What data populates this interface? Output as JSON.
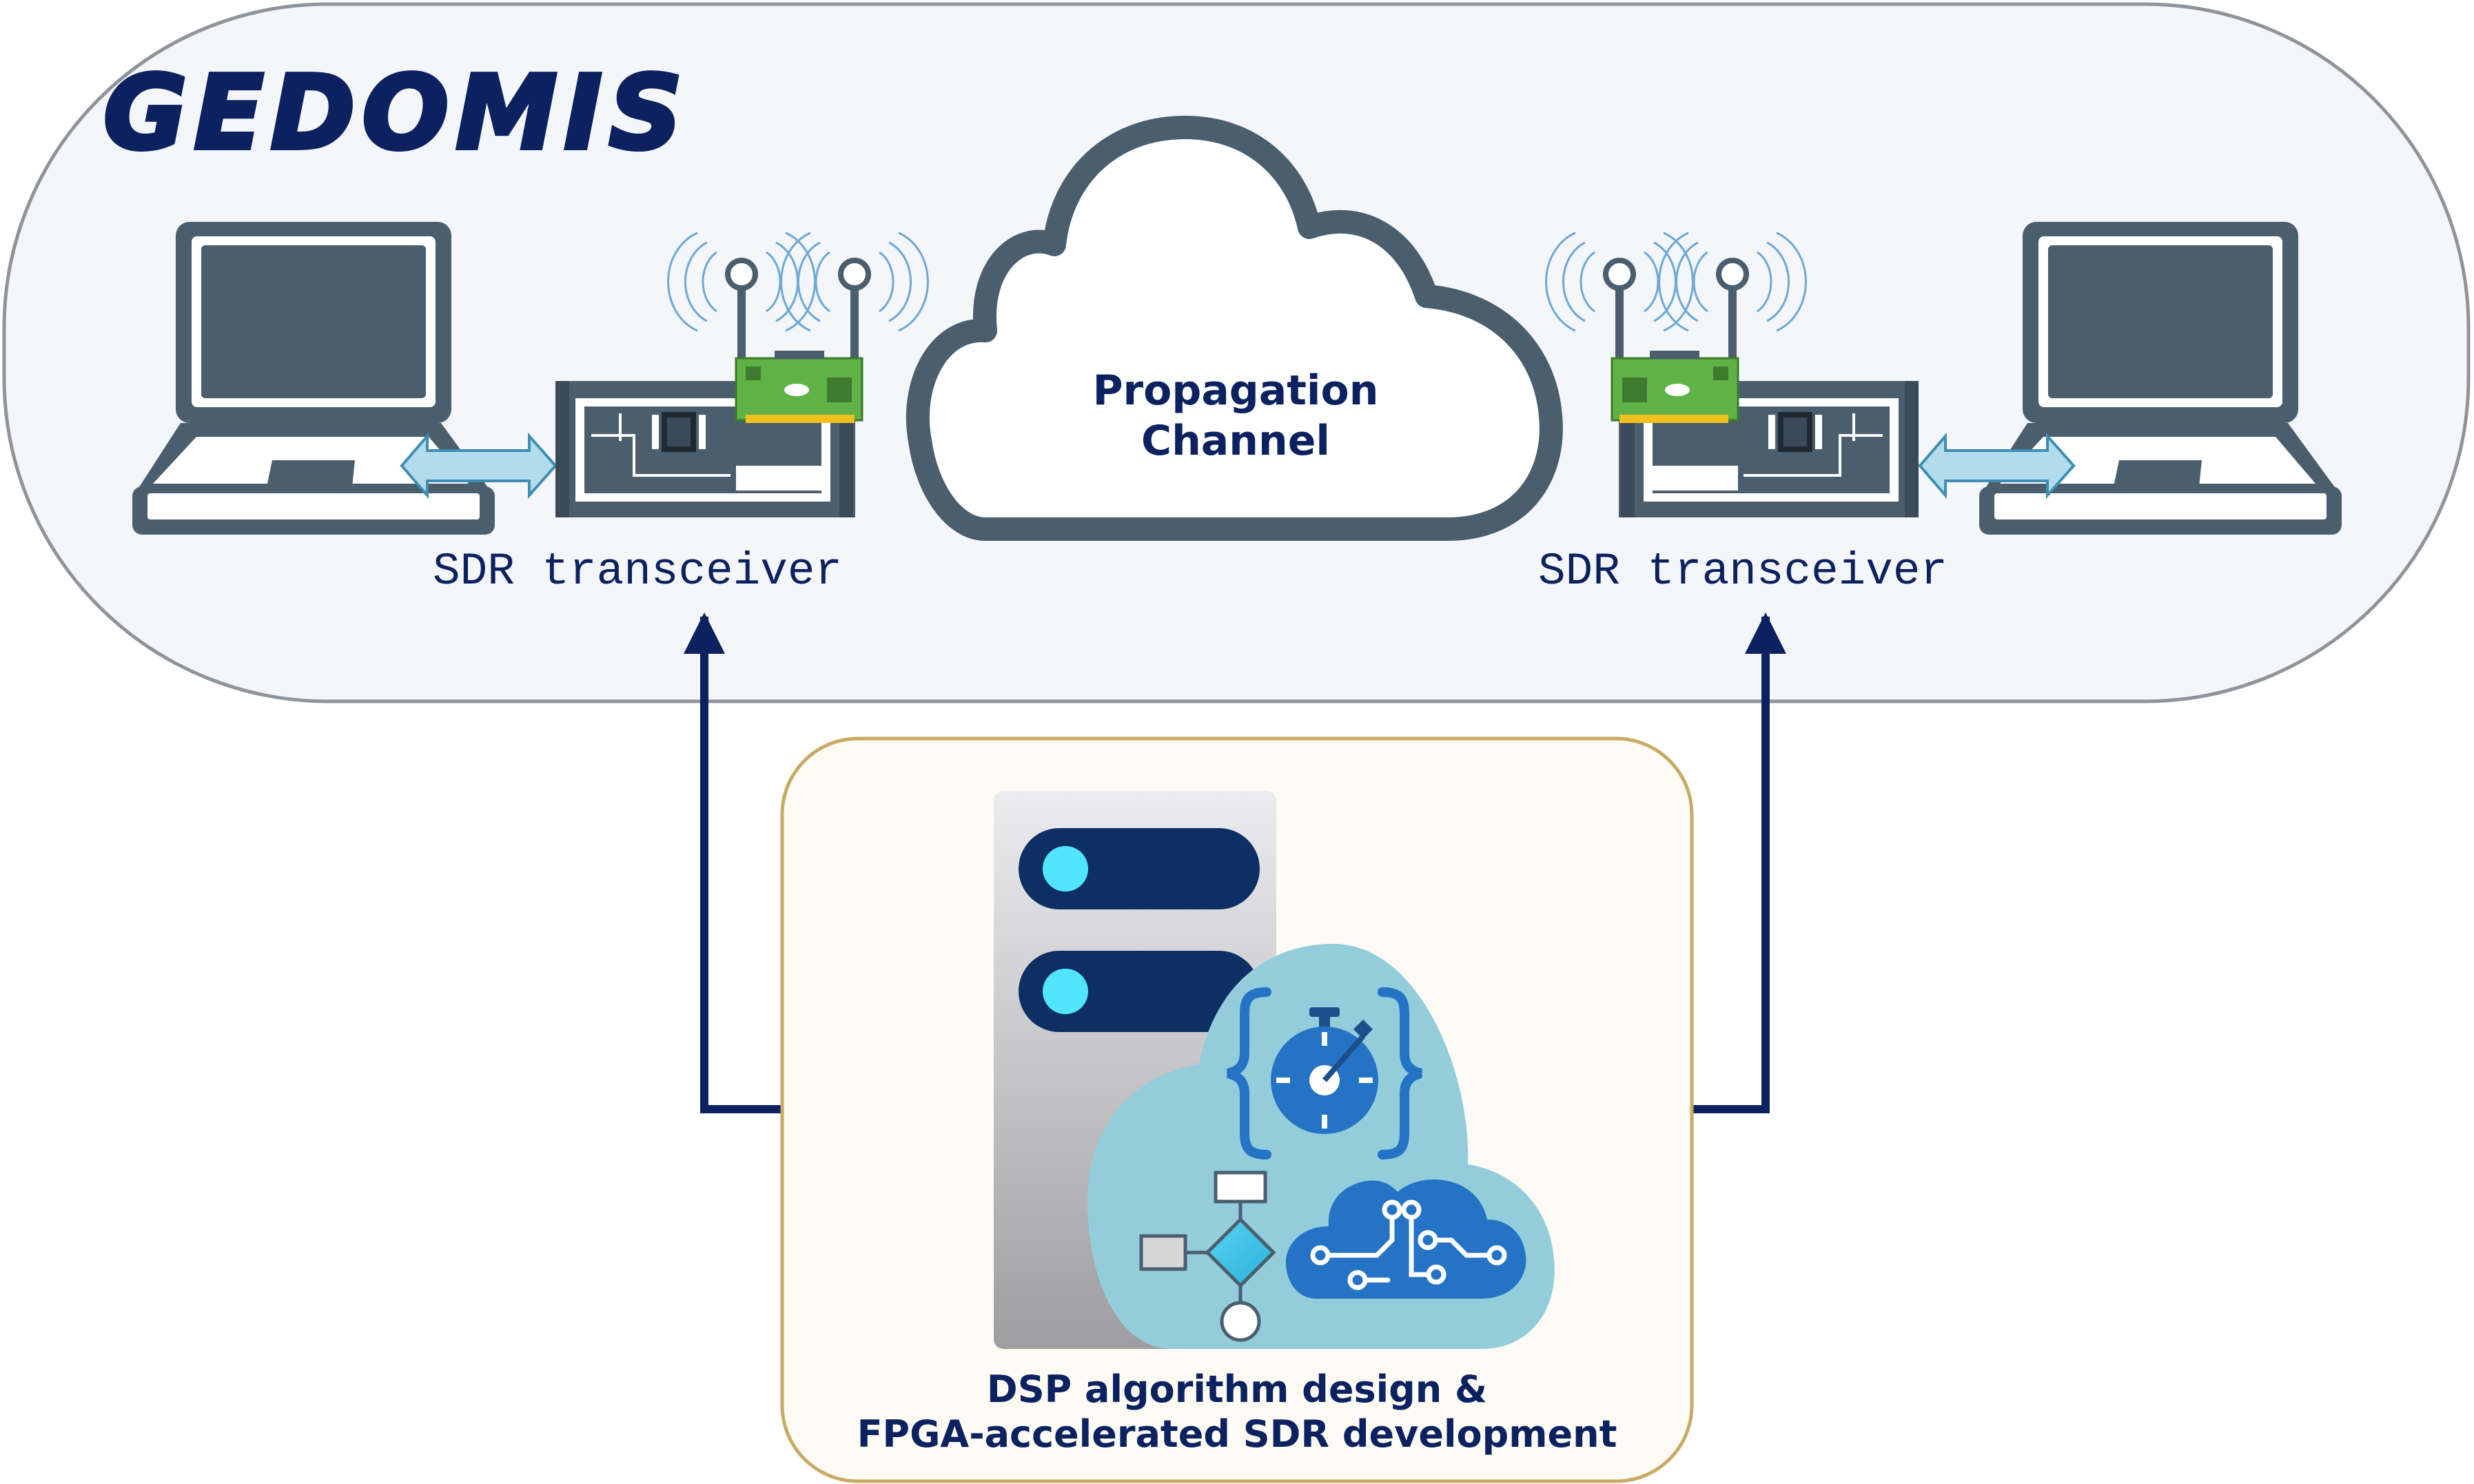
{
  "title": "GEDOMIS",
  "channel": {
    "line1": "Propagation",
    "line2": "Channel"
  },
  "transceivers": {
    "left_label": "SDR transceiver",
    "right_label": "SDR transceiver"
  },
  "dev_box": {
    "line1": "DSP algorithm design &",
    "line2": "FPGA-accelerated SDR development"
  },
  "colors": {
    "navy": "#0c2260",
    "slate": "#4a5e6e",
    "panel_bg": "#f4f6f9",
    "panel_border": "#8e949a",
    "box_bg": "#fdfbf4",
    "box_border": "#c8aa64",
    "link_arrow": "#b2dcec",
    "cloud_blue": "#93cddc",
    "azure": "#2573c4",
    "cyan": "#50e6ff",
    "pcb_green": "#5fb246"
  }
}
